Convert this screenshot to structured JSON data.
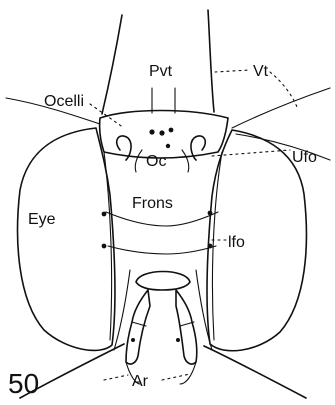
{
  "figure": {
    "number": "50",
    "labels": {
      "pvt": "Pvt",
      "vt": "Vt",
      "ocelli": "Ocelli",
      "oc": "Oc",
      "ufo": "Ufo",
      "eye": "Eye",
      "frons": "Frons",
      "lfo": "lfo",
      "ar": "Ar"
    }
  }
}
